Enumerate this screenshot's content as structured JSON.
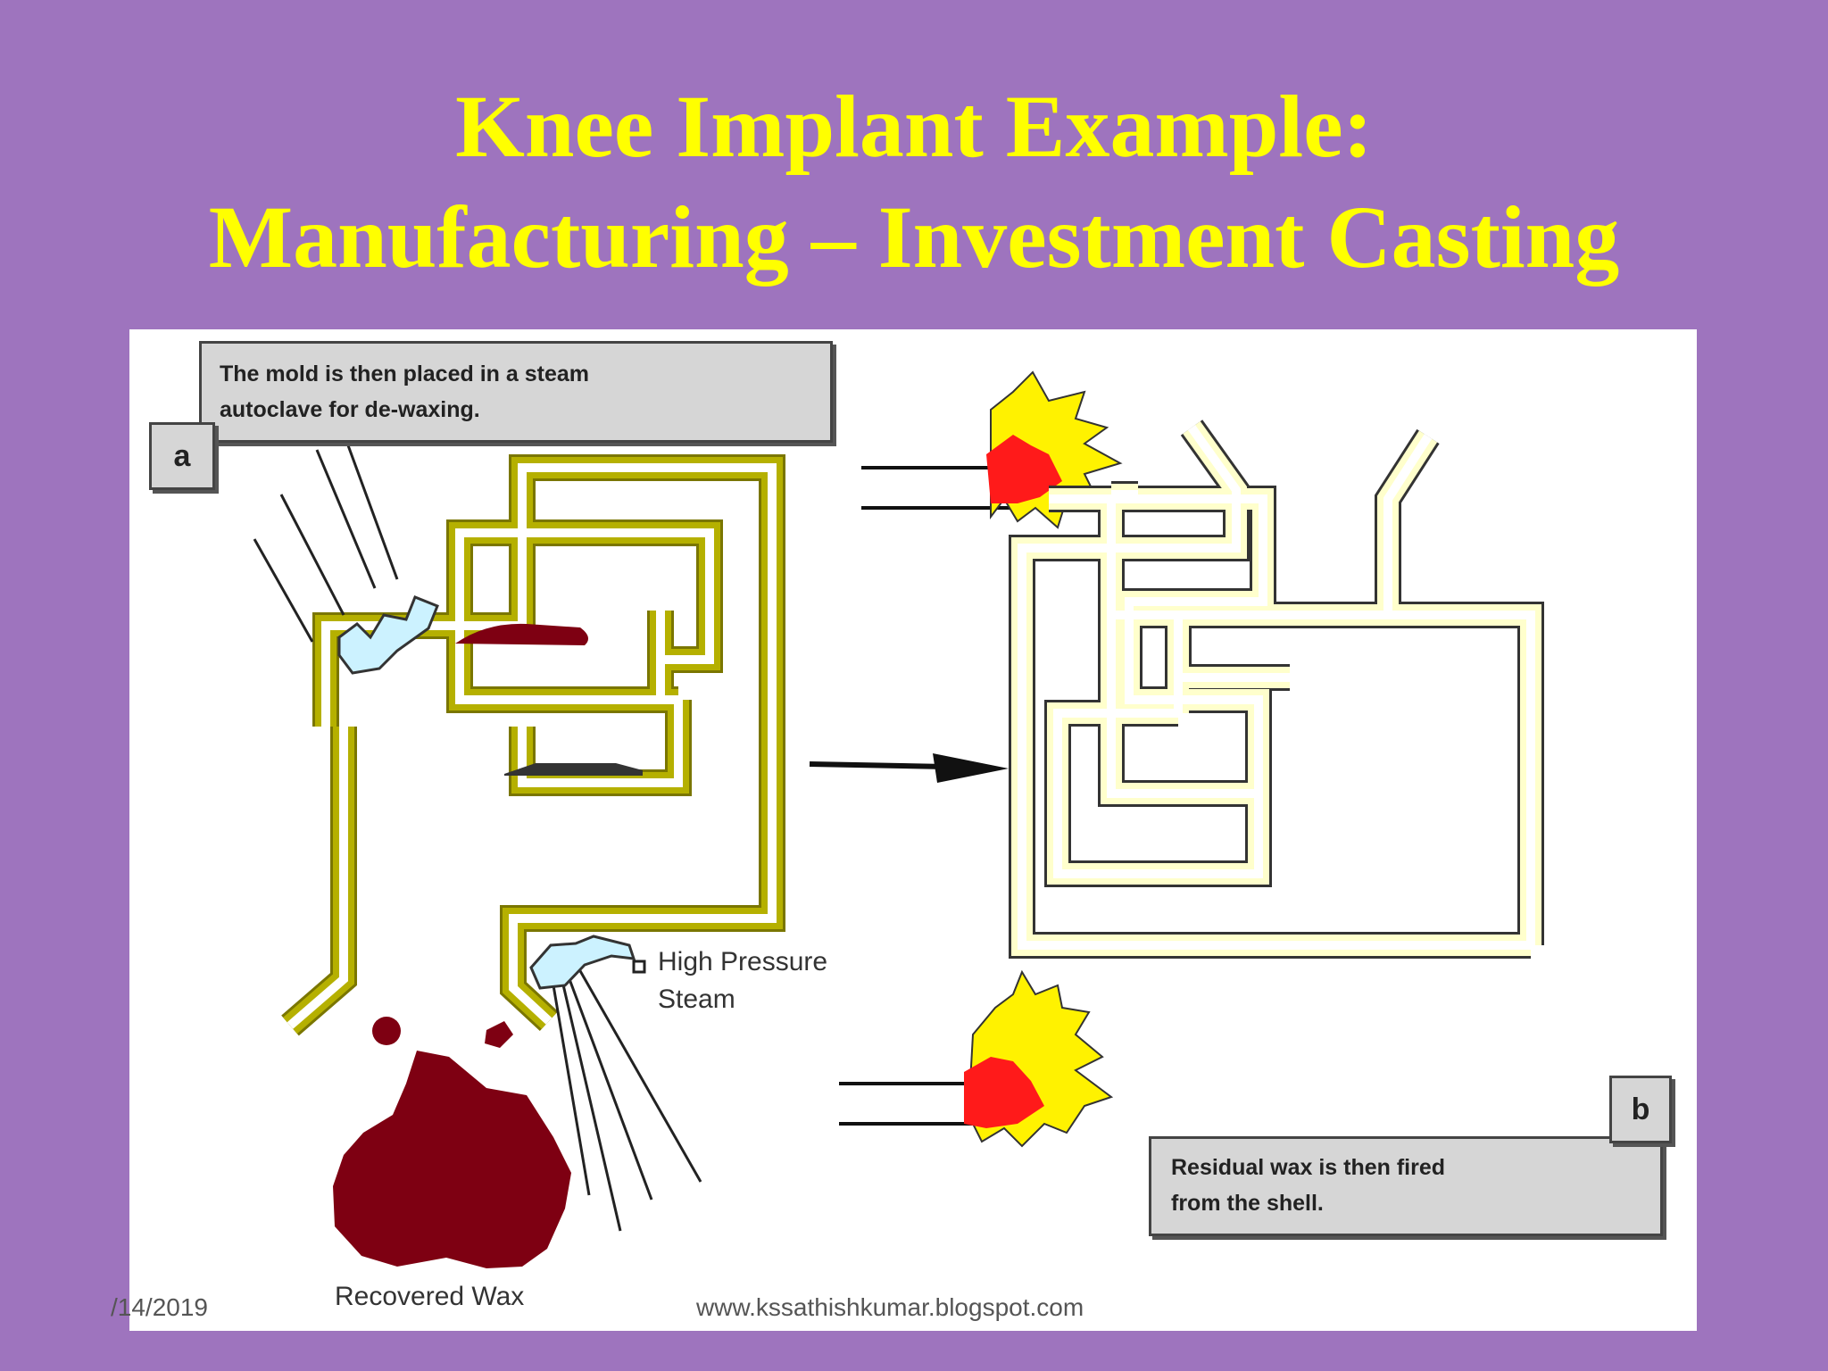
{
  "title": {
    "line1": "Knee Implant Example:",
    "line2": "Manufacturing – Investment Casting"
  },
  "figure": {
    "caption_a": {
      "letter": "a",
      "text_line1": "The mold is then placed in a steam",
      "text_line2": "autoclave for de-waxing."
    },
    "caption_b": {
      "letter": "b",
      "text_line1": "Residual wax is then fired",
      "text_line2": "from the shell."
    },
    "steam_label_line1": "High Pressure",
    "steam_label_line2": "Steam",
    "wax_label": "Recovered Wax",
    "colors": {
      "mold_shell": "#B5B000",
      "fired_shell": "#FFFFCC",
      "wax": "#7E0012",
      "steam": "#CCF2FF",
      "flame_outer": "#FFF200",
      "flame_inner": "#FF1A1A"
    }
  },
  "footer": {
    "date": "/14/2019",
    "url": "www.kssathishkumar.blogspot.com"
  }
}
